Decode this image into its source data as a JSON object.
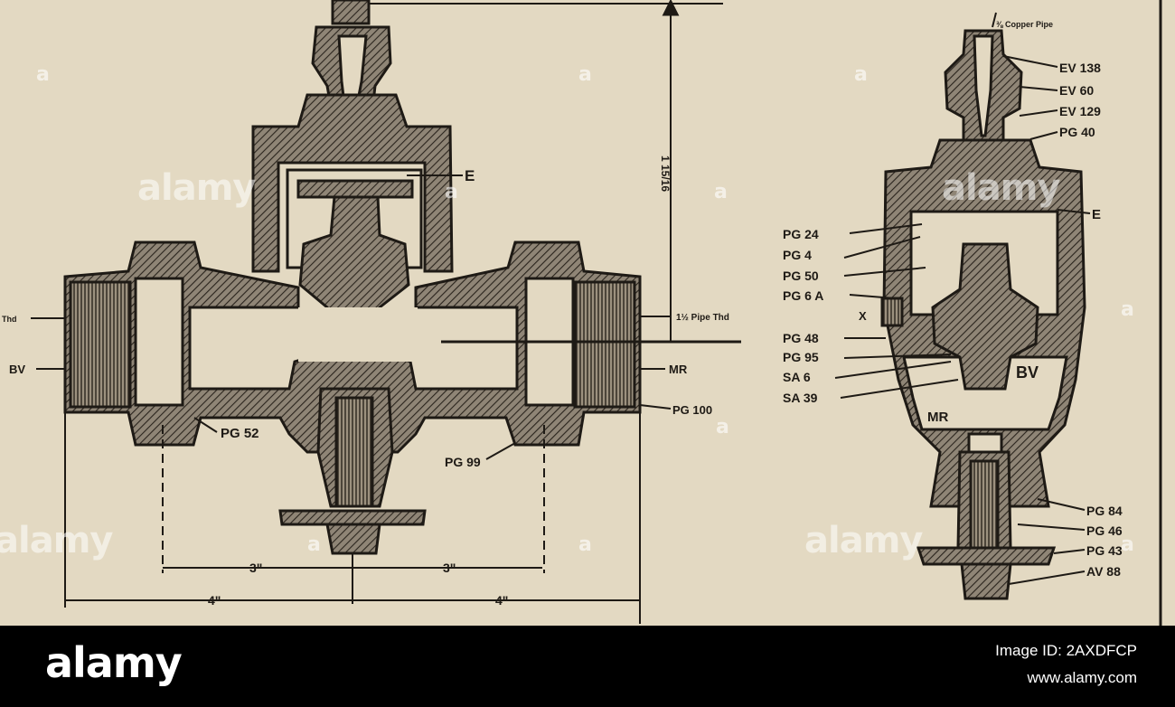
{
  "main_view": {
    "labels": {
      "e": "E",
      "pg52": "PG 52",
      "pg99": "PG 99",
      "pg100": "PG 100",
      "mr": "MR",
      "bv": "BV",
      "pipe_thd_left": "Thd",
      "pipe_thd_right": "1½ Pipe Thd",
      "dim_height": "1 15/16",
      "dim_three_left": "3\"",
      "dim_three_right": "3\"",
      "dim_four_left": "4\"",
      "dim_four_right": "4\""
    }
  },
  "side_view": {
    "labels": {
      "copper_pipe": "⅜ Copper Pipe",
      "ev138": "EV 138",
      "ev60": "EV 60",
      "ev129": "EV 129",
      "pg40": "PG 40",
      "e": "E",
      "pg24": "PG 24",
      "pg4": "PG 4",
      "pg50": "PG 50",
      "pg6a": "PG 6 A",
      "x": "X",
      "pg48": "PG 48",
      "pg95": "PG 95",
      "sa6": "SA 6",
      "sa39": "SA 39",
      "bv": "BV",
      "mr": "MR",
      "pg84": "PG 84",
      "pg46": "PG 46",
      "pg43": "PG 43",
      "av88": "AV 88"
    }
  },
  "watermark": {
    "brand": "alamy",
    "letter": "a"
  },
  "footer": {
    "brand": "alamy",
    "image_id": "Image ID: 2AXDFCP",
    "url": "www.alamy.com"
  },
  "colors": {
    "paper": "#e3d9c2",
    "ink": "#1e1a15",
    "hatch": "#6b6155",
    "footer": "#000000"
  }
}
